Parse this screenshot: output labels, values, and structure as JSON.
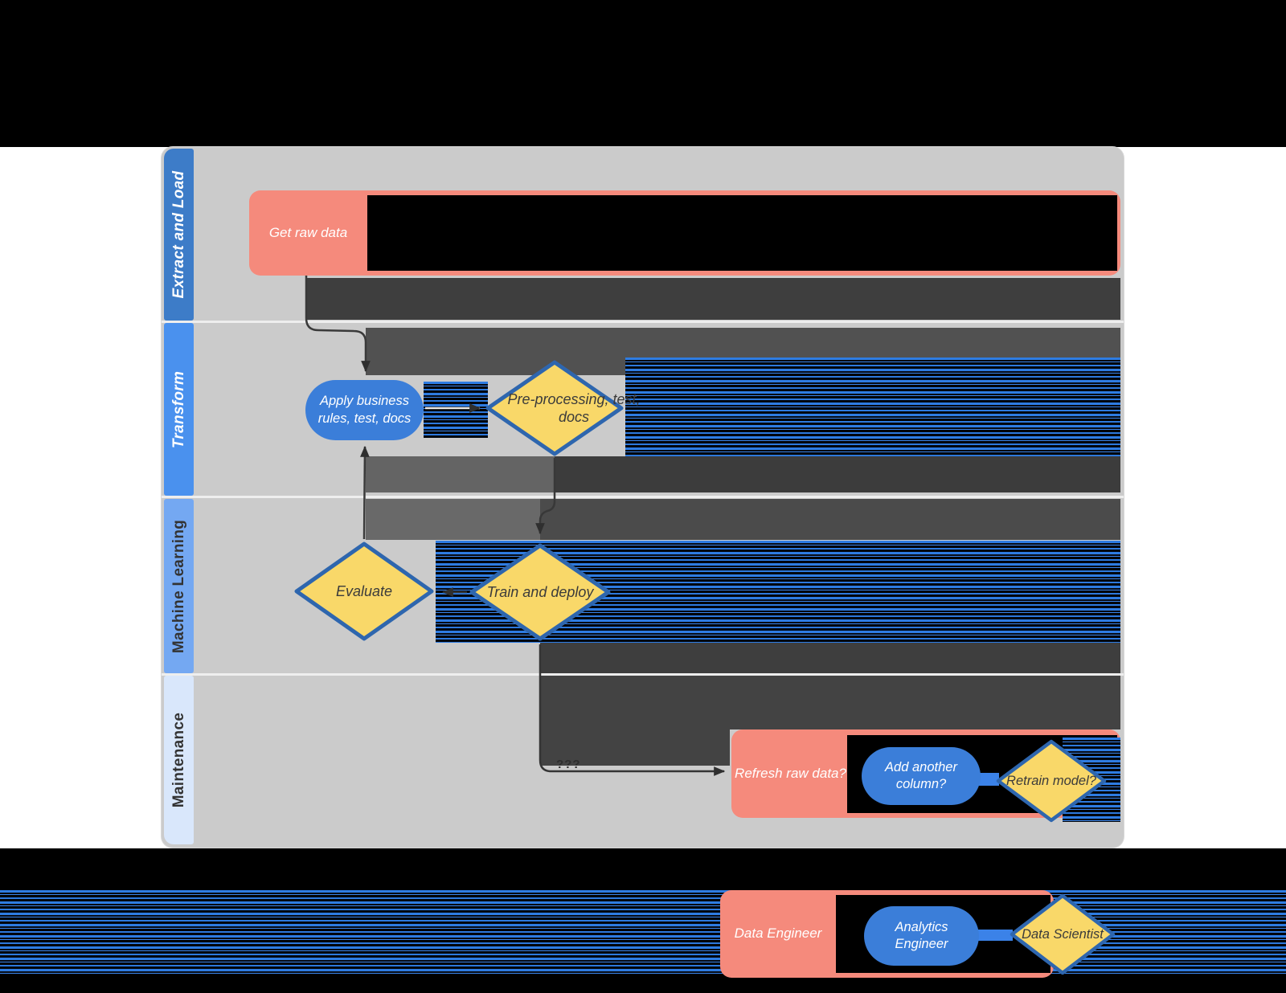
{
  "lanes": [
    {
      "label": "Extract and Load"
    },
    {
      "label": "Transform"
    },
    {
      "label": "Machine Learning"
    },
    {
      "label": "Maintenance"
    }
  ],
  "nodes": {
    "get_raw_data": {
      "label": "Get raw data",
      "type": "process"
    },
    "apply_rules": {
      "label": "Apply business rules, test, docs",
      "type": "stadium"
    },
    "preprocessing": {
      "label": "Pre-processing, test, docs",
      "type": "decision"
    },
    "evaluate": {
      "label": "Evaluate",
      "type": "decision"
    },
    "train_deploy": {
      "label": "Train and deploy",
      "type": "decision"
    },
    "refresh_raw": {
      "label": "Refresh raw data?",
      "type": "process"
    },
    "add_column": {
      "label": "Add another column?",
      "type": "stadium"
    },
    "retrain": {
      "label": "Retrain model?",
      "type": "decision"
    }
  },
  "connector_label": "???",
  "legend": {
    "items": [
      {
        "label": "Data Engineer",
        "type": "process"
      },
      {
        "label": "Analytics Engineer",
        "type": "stadium"
      },
      {
        "label": "Data Scientist",
        "type": "decision"
      }
    ]
  },
  "colors": {
    "process_fill": "#f58a7c",
    "stadium_fill": "#3b7ed9",
    "decision_fill": "#f9d869",
    "decision_border": "#2e66ae",
    "lane_bar_1": "#3d7cc8",
    "lane_bar_2": "#4a91ee",
    "lane_bar_3": "#74a8f2",
    "lane_bar_4": "#d9e7fb",
    "lane_body": "#cbcbcb",
    "stripe_blue": "#2e7ce2",
    "background": "#000000"
  }
}
